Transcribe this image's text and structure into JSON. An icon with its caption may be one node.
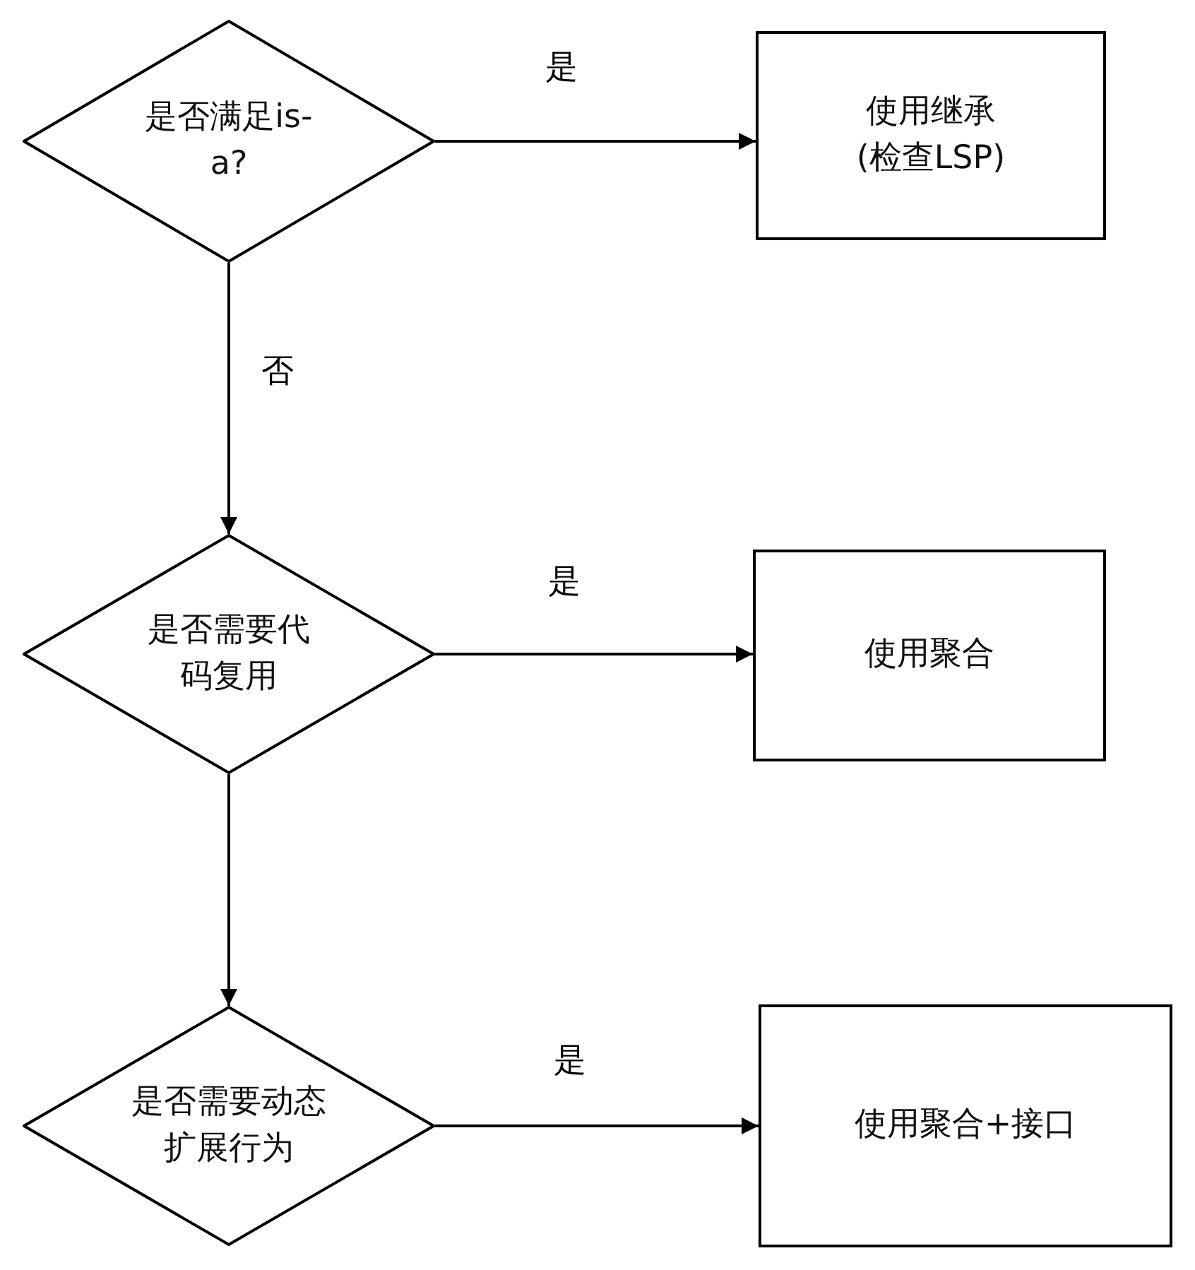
{
  "diagram": {
    "nodes": [
      {
        "text": [
          "是否满足is-a?"
        ]
      },
      {
        "text": [
          "使用继承 (检查LSP)"
        ]
      },
      {
        "text": [
          "是否需要代码复用"
        ]
      },
      {
        "text": [
          "使用聚合"
        ]
      },
      {
        "text": [
          "是否需要动态扩展行为"
        ]
      },
      {
        "text": [
          "使用聚合+接口"
        ]
      }
    ],
    "edges": [
      {
        "from": 0,
        "to": 1,
        "arrow": "to",
        "label": "是"
      },
      {
        "from": 0,
        "to": 2,
        "arrow": "to",
        "label": "否"
      },
      {
        "from": 2,
        "to": 3,
        "arrow": "to",
        "label": "是"
      },
      {
        "from": 2,
        "to": 4,
        "arrow": "to"
      },
      {
        "from": 4,
        "to": 5,
        "arrow": "to",
        "label": "是"
      }
    ]
  }
}
